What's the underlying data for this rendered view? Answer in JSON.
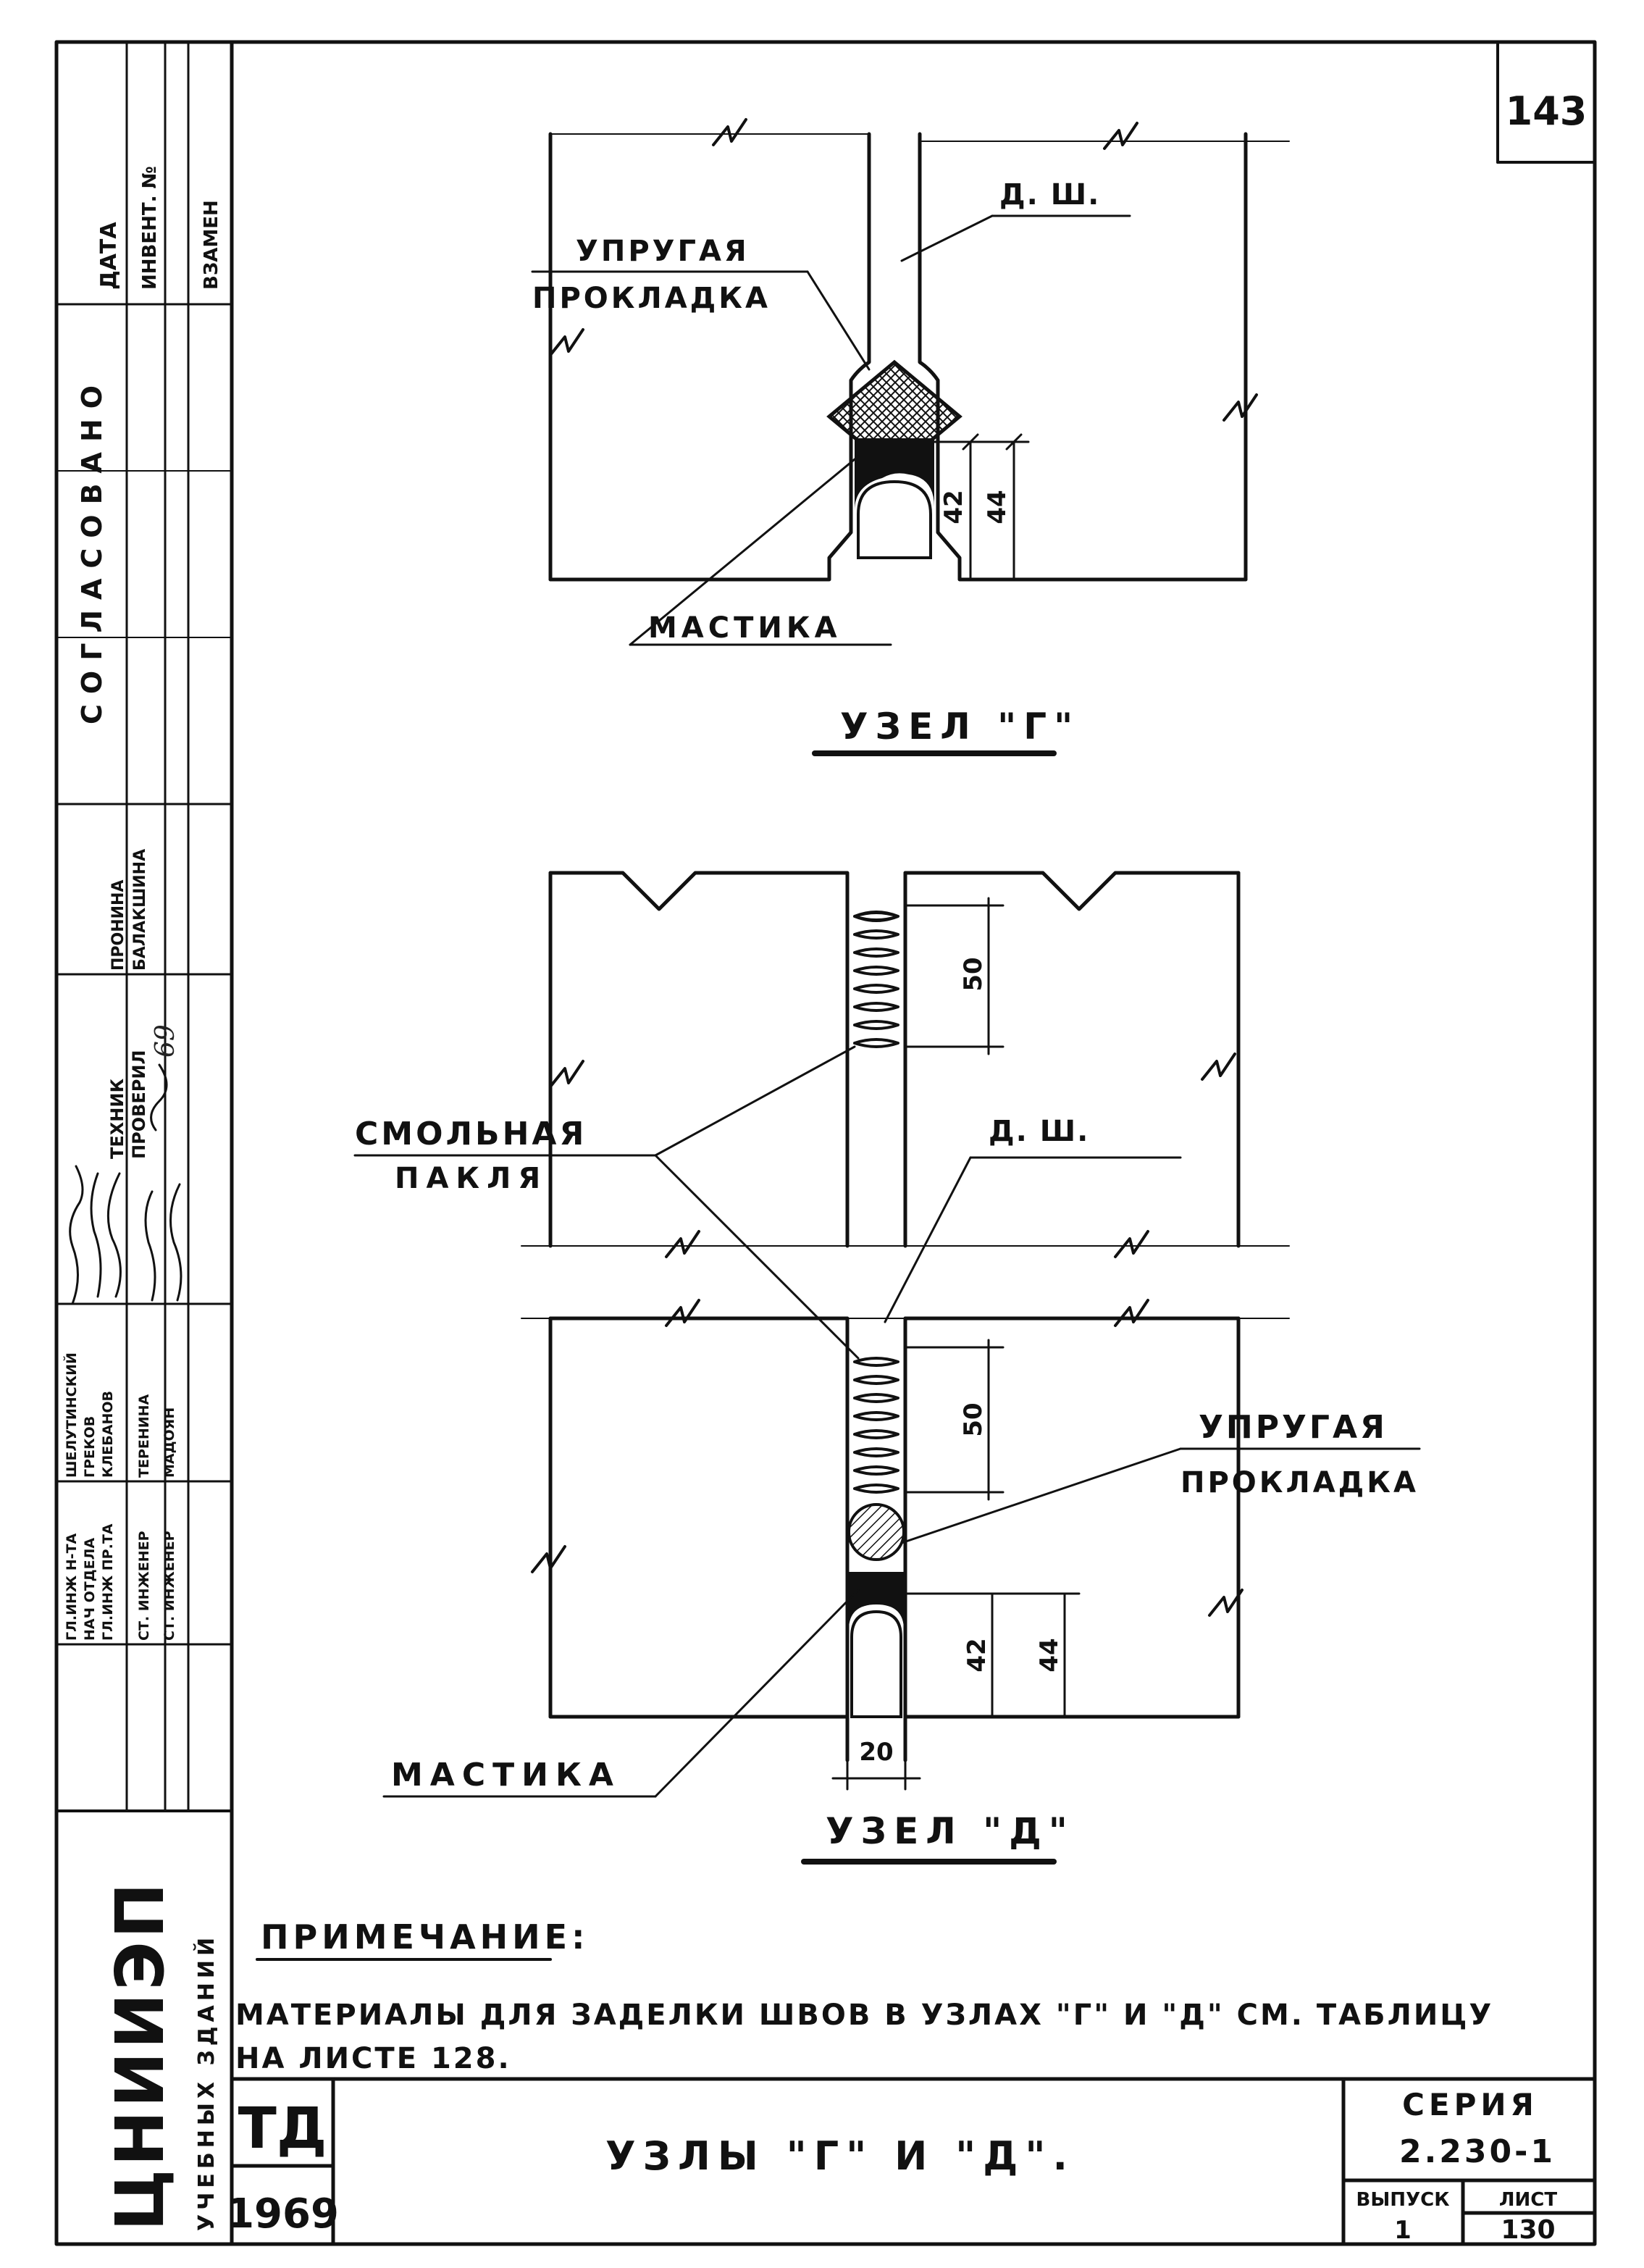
{
  "sheet": {
    "page_number": "143"
  },
  "side_stamp": {
    "headers": [
      "ДАТА",
      "ИНВЕНТ. №",
      "ВЗАМЕН"
    ],
    "approved": "СОГЛАСОВАНО",
    "roles": [
      "ГЛ.ИНЖ Н-ТА",
      "НАЧ ОТДЕЛА",
      "ГЛ.ИНЖ ПР.ТА",
      "СТ. ИНЖЕНЕР",
      "СТ. ИНЖЕНЕР"
    ],
    "names": [
      "ШЕЛУТИНСКИЙ",
      "ГРЕКОВ",
      "КЛЕБАНОВ",
      "ТЕРЕНИНА",
      "МАДОЯН"
    ],
    "extra_roles": [
      "ТЕХНИК",
      "ПРОВЕРИЛ"
    ],
    "extra_names": [
      "ПРОНИНА",
      "БАЛАКШИНА"
    ],
    "year_short": "69",
    "institute": "ЦНИИЭП",
    "institute_sub": "УЧЕБНЫХ ЗДАНИЙ"
  },
  "detail_g": {
    "title": "УЗЕЛ \"Г\"",
    "label_gasket_1": "УПРУГАЯ",
    "label_gasket_2": "ПРОКЛАДКА",
    "label_seam": "Д. Ш.",
    "label_mastic": "МАСТИКА",
    "dim_42": "42",
    "dim_44": "44"
  },
  "detail_d": {
    "title": "УЗЕЛ \"Д\"",
    "label_tow_1": "СМОЛЬНАЯ",
    "label_tow_2": "ПАКЛЯ",
    "label_seam": "Д. Ш.",
    "label_gasket_1": "УПРУГАЯ",
    "label_gasket_2": "ПРОКЛАДКА",
    "label_mastic": "МАСТИКА",
    "dim_50a": "50",
    "dim_50b": "50",
    "dim_42": "42",
    "dim_44": "44",
    "dim_20": "20"
  },
  "note": {
    "heading": "ПРИМЕЧАНИЕ:",
    "line1": "МАТЕРИАЛЫ ДЛЯ ЗАДЕЛКИ ШВОВ В УЗЛАХ \"Г\" И \"Д\" СМ. ТАБЛИЦУ",
    "line2": "НА ЛИСТЕ 128."
  },
  "title_block": {
    "code": "ТД",
    "year": "1969",
    "sheet_title": "УЗЛЫ \"Г\" И \"Д\".",
    "series_label": "СЕРИЯ",
    "series_value": "2.230-1",
    "issue_label": "ВЫПУСК",
    "issue_value": "1",
    "list_label": "ЛИСТ",
    "list_value": "130"
  }
}
